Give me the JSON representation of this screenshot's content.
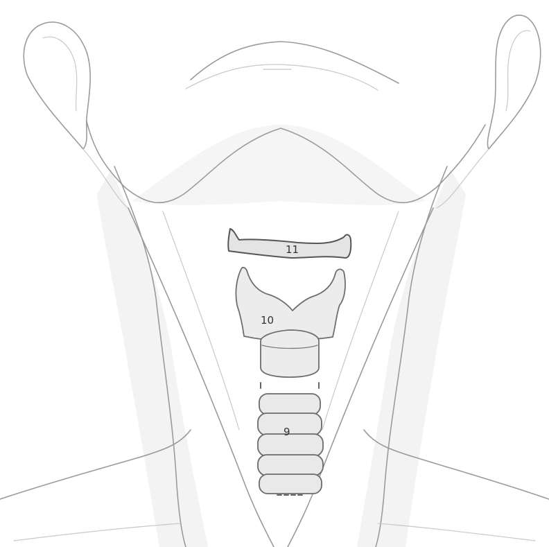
{
  "labels": {
    "hyoid": "11",
    "thyroid_cartilage": "10",
    "trachea": "9"
  }
}
